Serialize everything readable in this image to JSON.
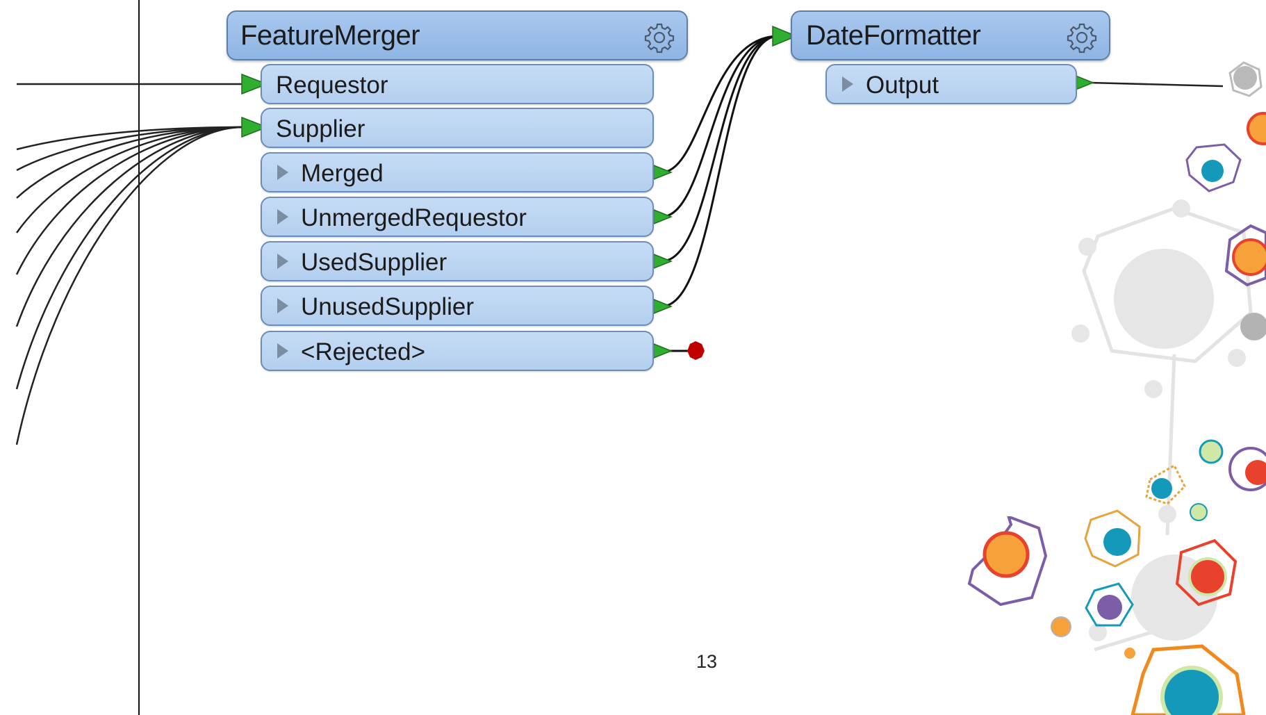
{
  "feature_merger": {
    "title": "FeatureMerger",
    "inputs": [
      "Requestor",
      "Supplier"
    ],
    "outputs": [
      "Merged",
      "UnmergedRequestor",
      "UsedSupplier",
      "UnusedSupplier",
      "<Rejected>"
    ]
  },
  "date_formatter": {
    "title": "DateFormatter",
    "outputs": [
      "Output"
    ]
  },
  "page_number": "13",
  "colors": {
    "header": "#9dbfe9",
    "port": "#bcd5f2",
    "port_arrow": "#2fae2f",
    "rejected_dot": "#c00000"
  },
  "icons": [
    "gear-icon",
    "expand-triangle-icon",
    "input-port-arrow-icon",
    "output-port-arrow-icon",
    "rejected-stop-icon"
  ]
}
